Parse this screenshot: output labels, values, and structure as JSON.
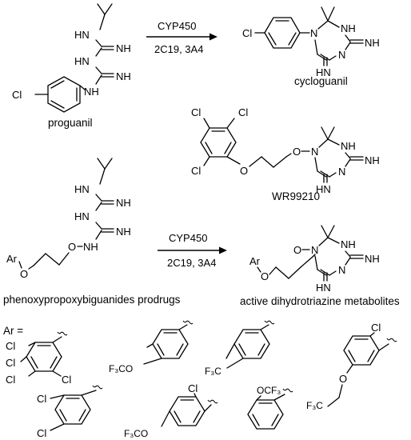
{
  "reactions": [
    {
      "reagent_top": "CYP450",
      "reagent_bottom": "2C19, 3A4",
      "substrate_label": "proguanil",
      "product_label": "cycloguanil"
    },
    {
      "reagent_top": "CYP450",
      "reagent_bottom": "2C19, 3A4",
      "substrate_label": "phenoxypropoxybiguanides prodrugs",
      "product_label": "active dihydrotriazine metabolites"
    }
  ],
  "reference_compound_label": "WR99210",
  "ar_definition_label": "Ar =",
  "atom_labels": {
    "cl": "Cl",
    "nh": "NH",
    "hn": "HN",
    "n": "N",
    "o": "O",
    "ar": "Ar",
    "f3co": "F₃CO",
    "f3c": "F₃C",
    "ocf3": "OCF₃",
    "nh_eq": "NH"
  }
}
